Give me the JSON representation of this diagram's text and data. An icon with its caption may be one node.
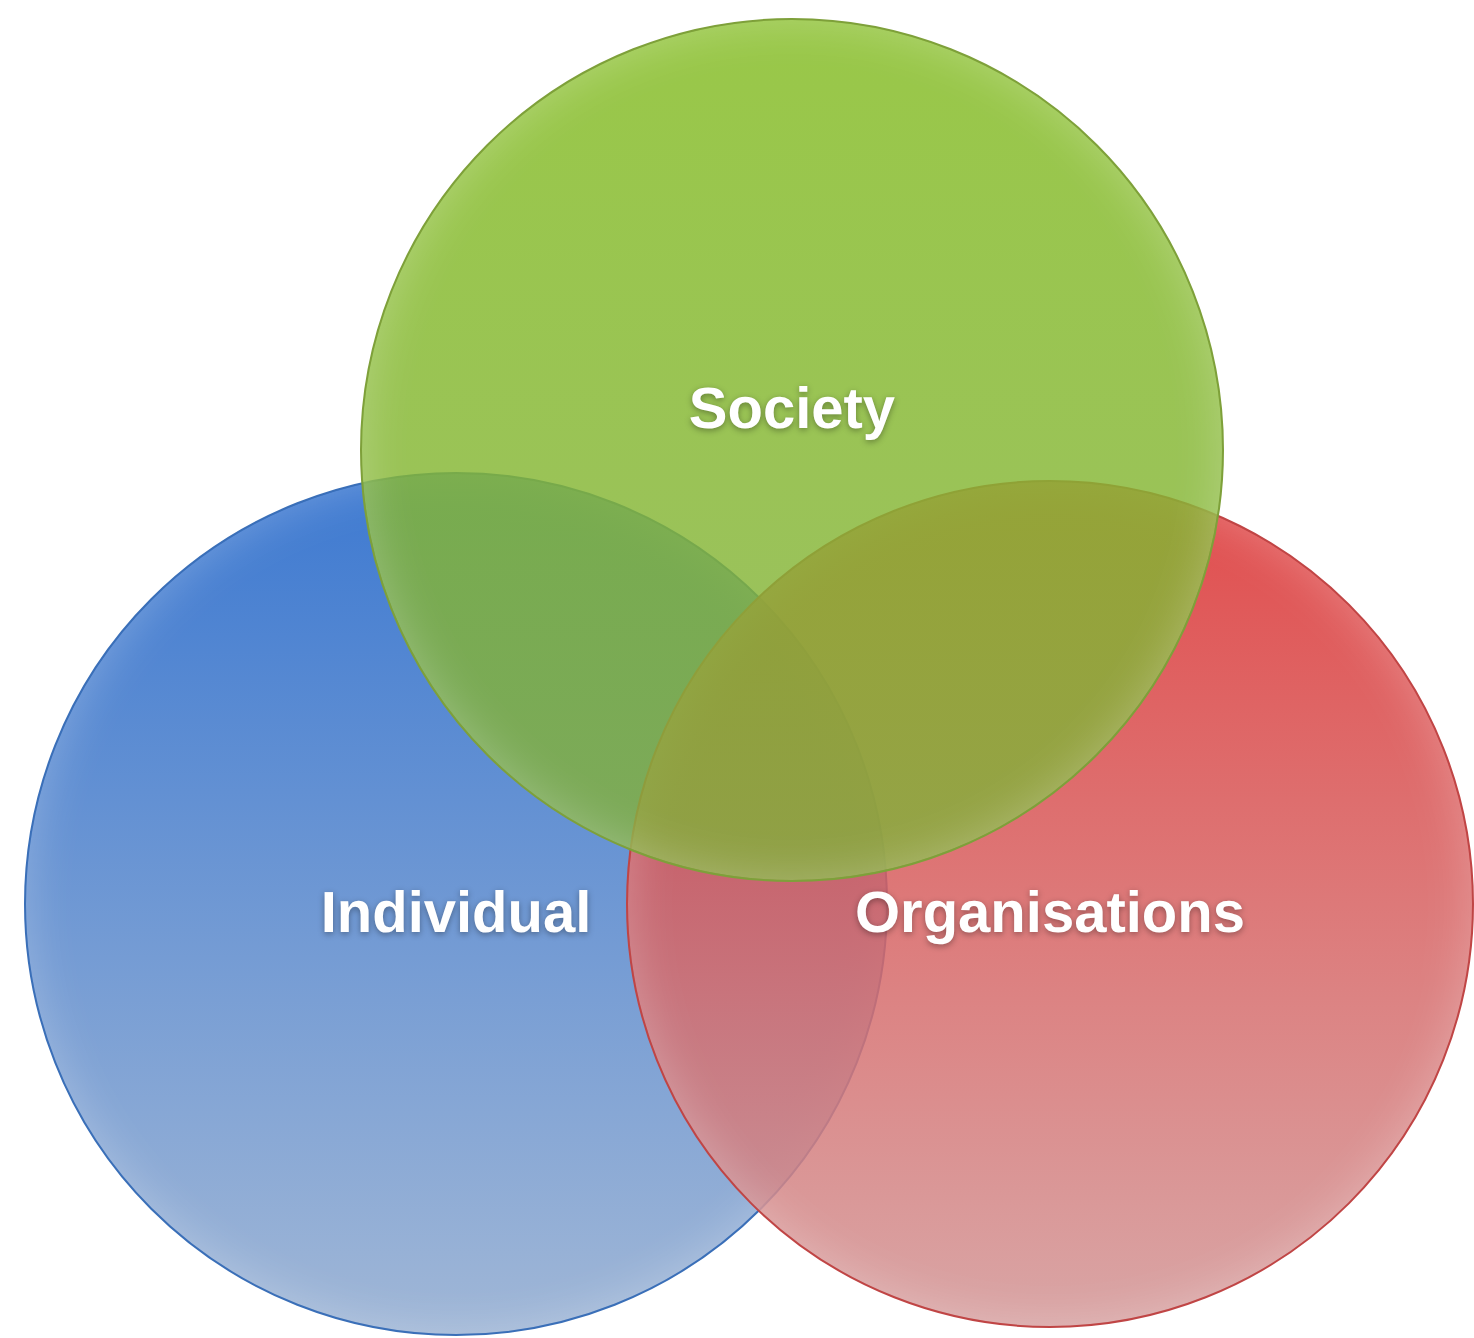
{
  "diagram": {
    "nodes": [
      {
        "text": [
          "Individual"
        ]
      },
      {
        "text": [
          "Organisations"
        ]
      },
      {
        "text": [
          "Society"
        ]
      }
    ]
  }
}
